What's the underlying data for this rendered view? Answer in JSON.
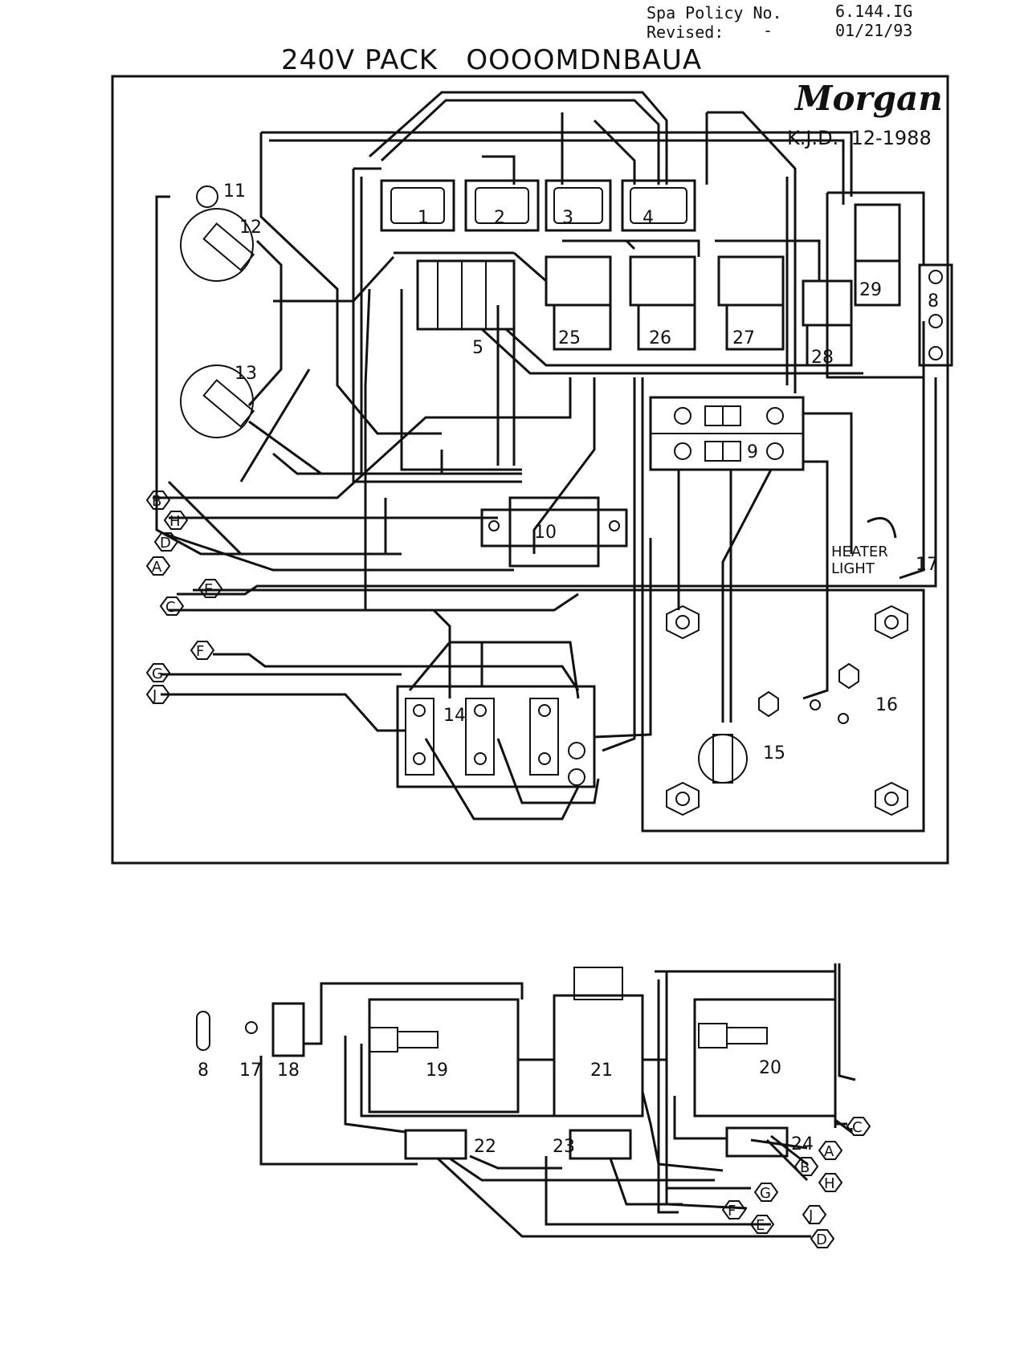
{
  "header": {
    "policy_label": "Spa Policy No.",
    "policy_value": "6.144.IG",
    "revised_label": "Revised:",
    "revised_dash": "-",
    "revised_value": "01/21/93"
  },
  "title": "240V PACK   OOOOMDNBAUA",
  "brand": "Morgan",
  "author": "K.J.D.  12-1988",
  "components": {
    "c1": "1",
    "c2": "2",
    "c3": "3",
    "c4": "4",
    "c5": "5",
    "c8": "8",
    "c9": "9",
    "c10": "10",
    "c11": "11",
    "c12": "12",
    "c13": "13",
    "c14": "14",
    "c15": "15",
    "c16": "16",
    "c17": "17",
    "c25": "25",
    "c26": "26",
    "c27": "27",
    "c28": "28",
    "c29": "29",
    "heater": "HEATER",
    "light": "LIGHT"
  },
  "connectors_top": [
    "B",
    "H",
    "D",
    "A",
    "E",
    "C",
    "F",
    "G",
    "J"
  ],
  "bottom": {
    "b8": "8",
    "b17": "17",
    "b18": "18",
    "b19": "19",
    "b20": "20",
    "b21": "21",
    "b22": "22",
    "b23": "23",
    "b24": "24"
  },
  "connectors_bottom": [
    "C",
    "A",
    "B",
    "H",
    "G",
    "F",
    "E",
    "J",
    "D"
  ]
}
